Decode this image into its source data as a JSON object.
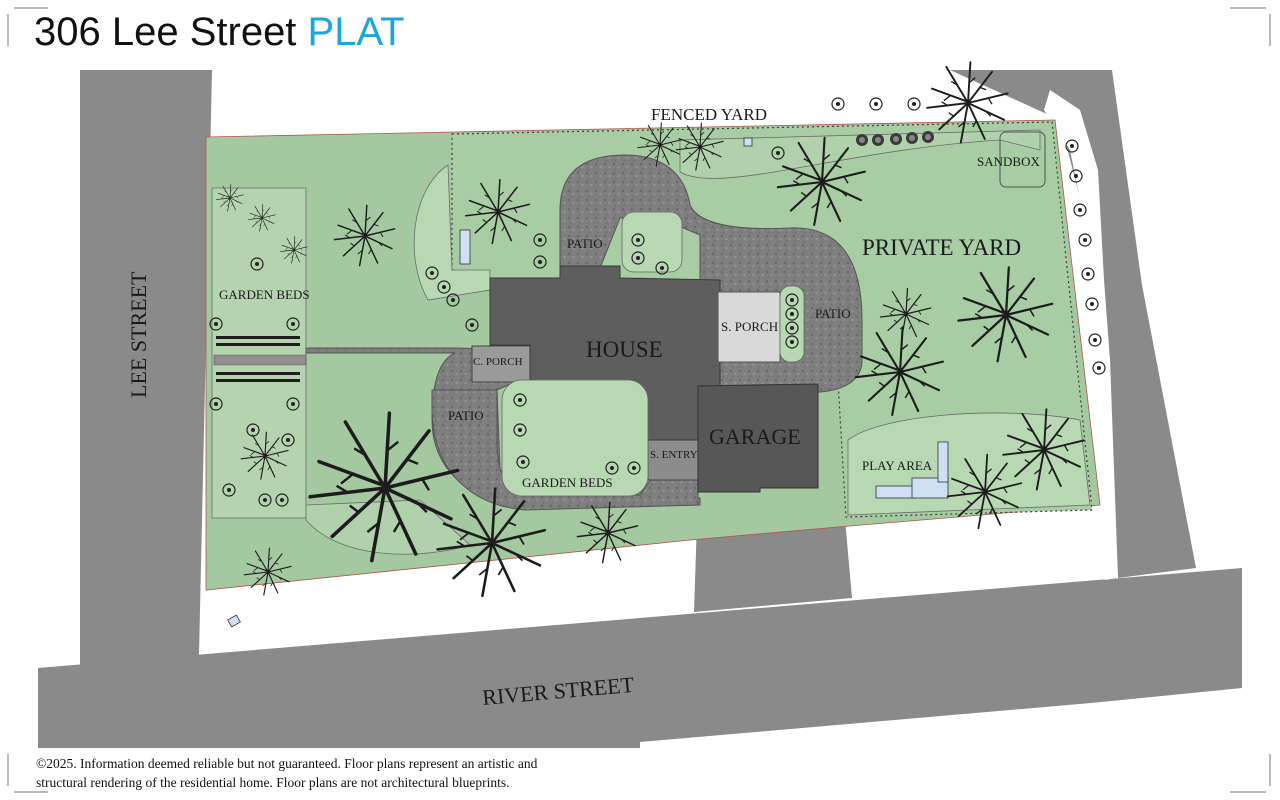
{
  "header": {
    "address": "306 Lee Street",
    "doc_type": "PLAT"
  },
  "labels": {
    "lee_street": "LEE STREET",
    "river_street": "RIVER STREET",
    "fenced_yard": "FENCED YARD",
    "sandbox": "SANDBOX",
    "private_yard": "PRIVATE YARD",
    "garden_beds_west": "GARDEN BEDS",
    "patio_north": "PATIO",
    "house": "HOUSE",
    "s_porch": "S. PORCH",
    "patio_east": "PATIO",
    "c_porch": "C. PORCH",
    "patio_west": "PATIO",
    "garage": "GARAGE",
    "s_entry": "S. ENTRY",
    "garden_beds_south": "GARDEN BEDS",
    "play_area": "PLAY AREA"
  },
  "footer": {
    "disclaimer_line1": "©2025. Information deemed reliable but not guaranteed. Floor plans represent an artistic and",
    "disclaimer_line2": "structural rendering of the residential home. Floor plans are not architectural blueprints."
  },
  "colors": {
    "accent": "#1ba7dc",
    "lawn": "#a4c9a0",
    "lawn_light": "#b8d7b3",
    "road": "#8a8a8a",
    "paving": "#7d7d7d",
    "house": "#5e5e5e",
    "garage": "#575757",
    "porch": "#d9d9d9"
  }
}
